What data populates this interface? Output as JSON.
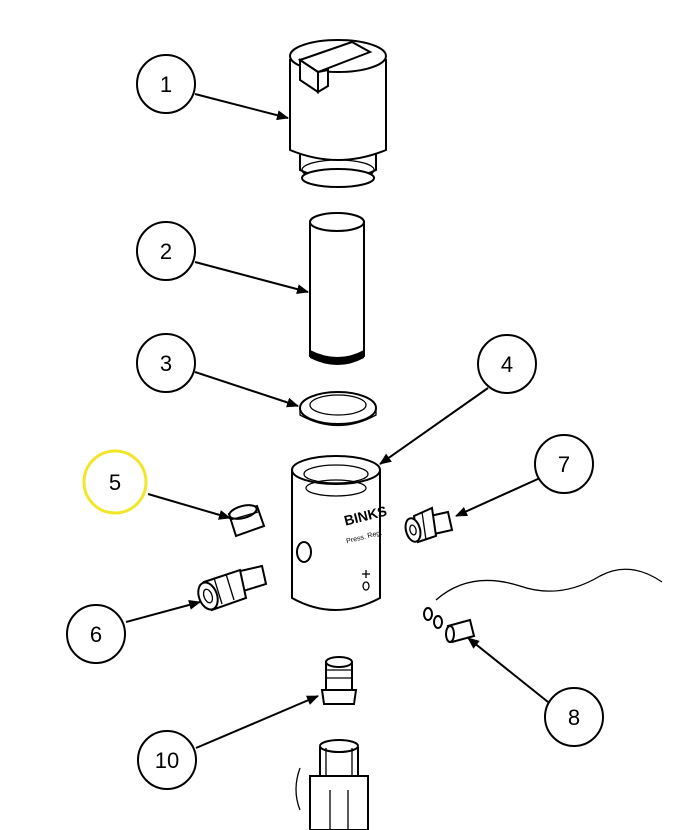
{
  "diagram": {
    "callouts": [
      {
        "label": "1"
      },
      {
        "label": "2"
      },
      {
        "label": "3"
      },
      {
        "label": "4"
      },
      {
        "label": "5"
      },
      {
        "label": "6"
      },
      {
        "label": "7"
      },
      {
        "label": "8"
      },
      {
        "label": "10"
      }
    ],
    "body_marking": "BINKS",
    "body_sub_marking": "Press. Reg.",
    "highlight_color": "#f2e62a"
  }
}
